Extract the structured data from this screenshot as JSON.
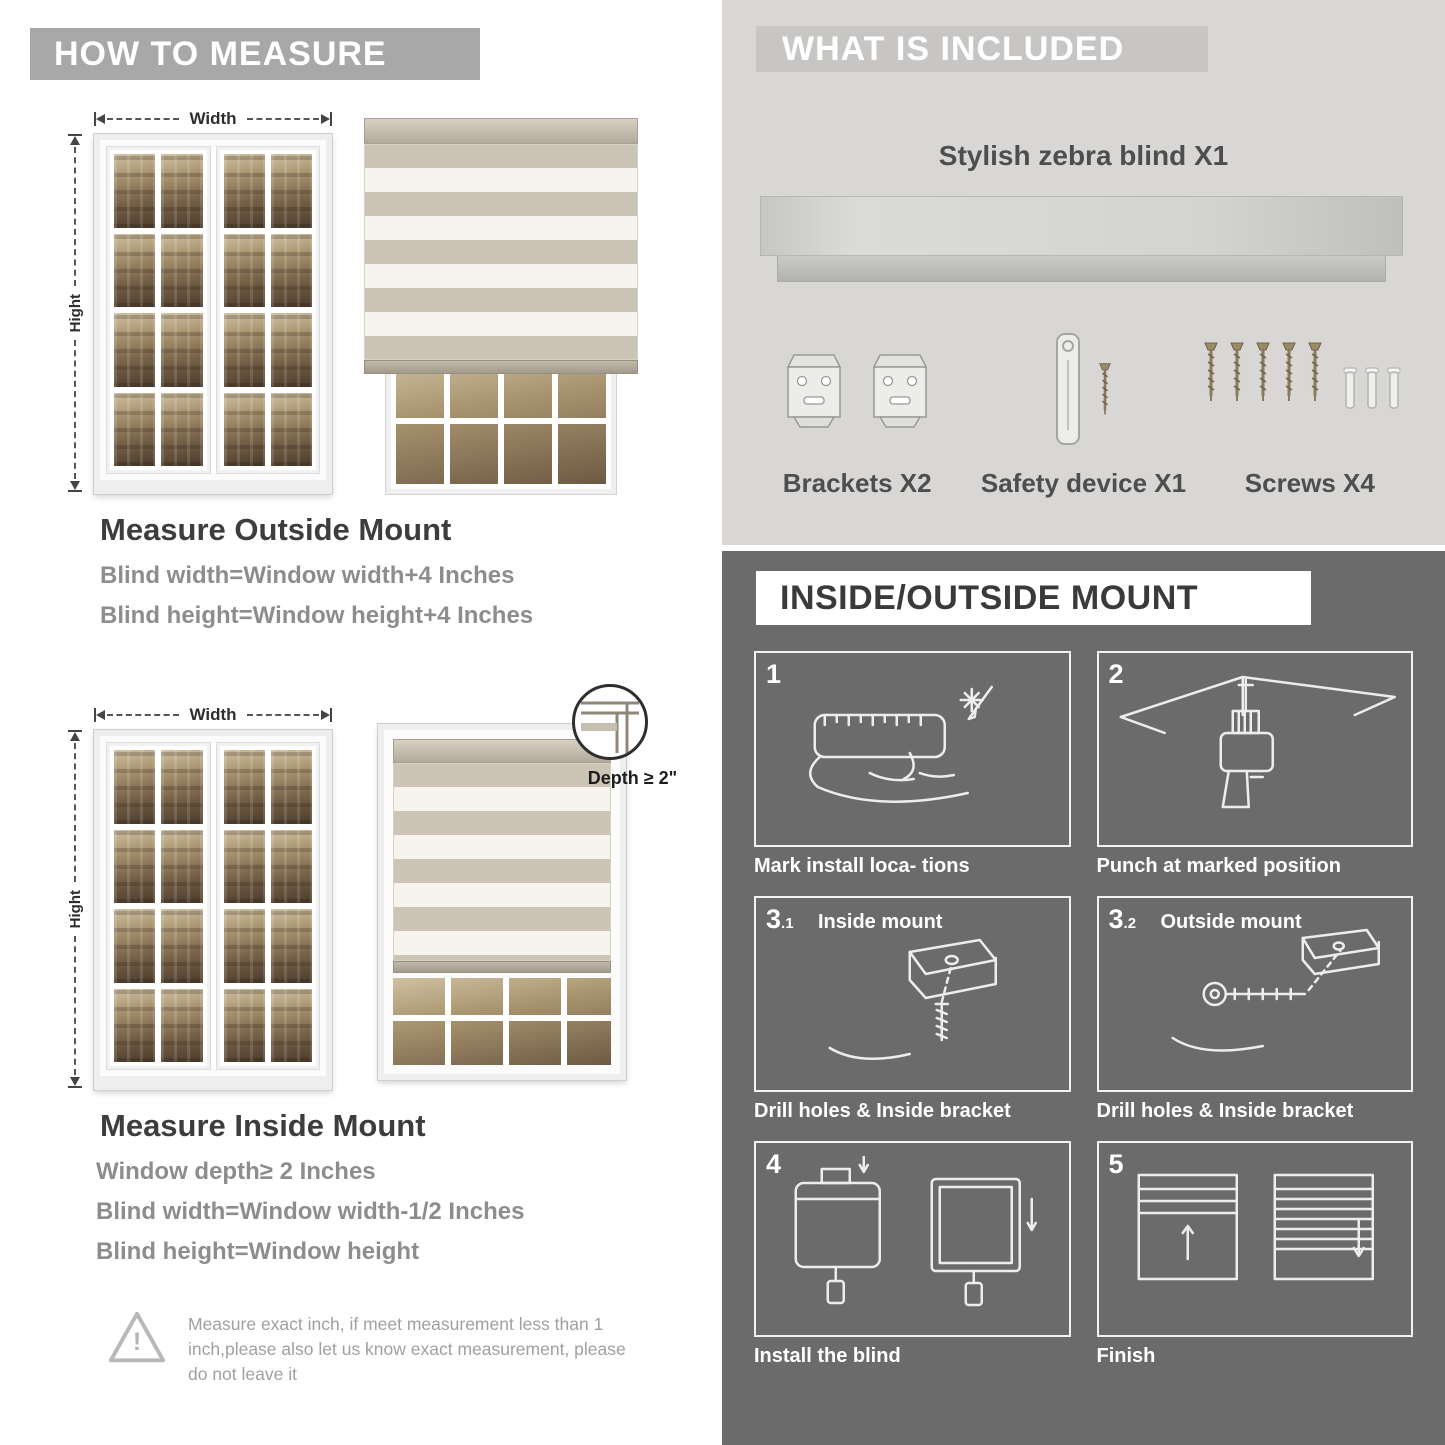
{
  "colors": {
    "header_gray": "#a8a8a8",
    "panel_light": "#d8d7d5",
    "panel_dark": "#6b6b6b",
    "title_text": "#3d3d3d",
    "measure_text": "#8d8d8d"
  },
  "left": {
    "header": "HOW TO MEASURE",
    "outside": {
      "width_label": "Width",
      "height_label": "Hight",
      "title": "Measure Outside Mount",
      "lines": [
        "Blind width=Window width+4 Inches",
        "Blind height=Window height+4 Inches"
      ]
    },
    "inside": {
      "width_label": "Width",
      "height_label": "Hight",
      "depth_callout": "Depth ≥ 2\"",
      "title": "Measure Inside Mount",
      "lines": [
        "Window depth≥ 2 Inches",
        "Blind width=Window width-1/2 Inches",
        "Blind height=Window height"
      ]
    },
    "warning": {
      "icon": "!",
      "text": "Measure exact inch, if meet measurement less than 1 inch,please also let us know exact measurement, please do not leave it"
    }
  },
  "right": {
    "included": {
      "header": "WHAT IS INCLUDED",
      "product": "Stylish zebra blind X1",
      "items": [
        {
          "label": "Brackets X2"
        },
        {
          "label": "Safety device X1"
        },
        {
          "label": "Screws X4"
        }
      ]
    },
    "mount": {
      "header": "INSIDE/OUTSIDE MOUNT",
      "steps": [
        {
          "num": "1",
          "sub": "",
          "label": "",
          "caption": "Mark install loca- tions"
        },
        {
          "num": "2",
          "sub": "",
          "label": "",
          "caption": "Punch at  marked position"
        },
        {
          "num": "3",
          "sub": ".1",
          "label": "Inside mount",
          "caption": "Drill holes &  Inside bracket"
        },
        {
          "num": "3",
          "sub": ".2",
          "label": "Outside mount",
          "caption": "Drill holes &  Inside bracket"
        },
        {
          "num": "4",
          "sub": "",
          "label": "",
          "caption": "Install the blind"
        },
        {
          "num": "5",
          "sub": "",
          "label": "",
          "caption": "Finish"
        }
      ]
    }
  }
}
